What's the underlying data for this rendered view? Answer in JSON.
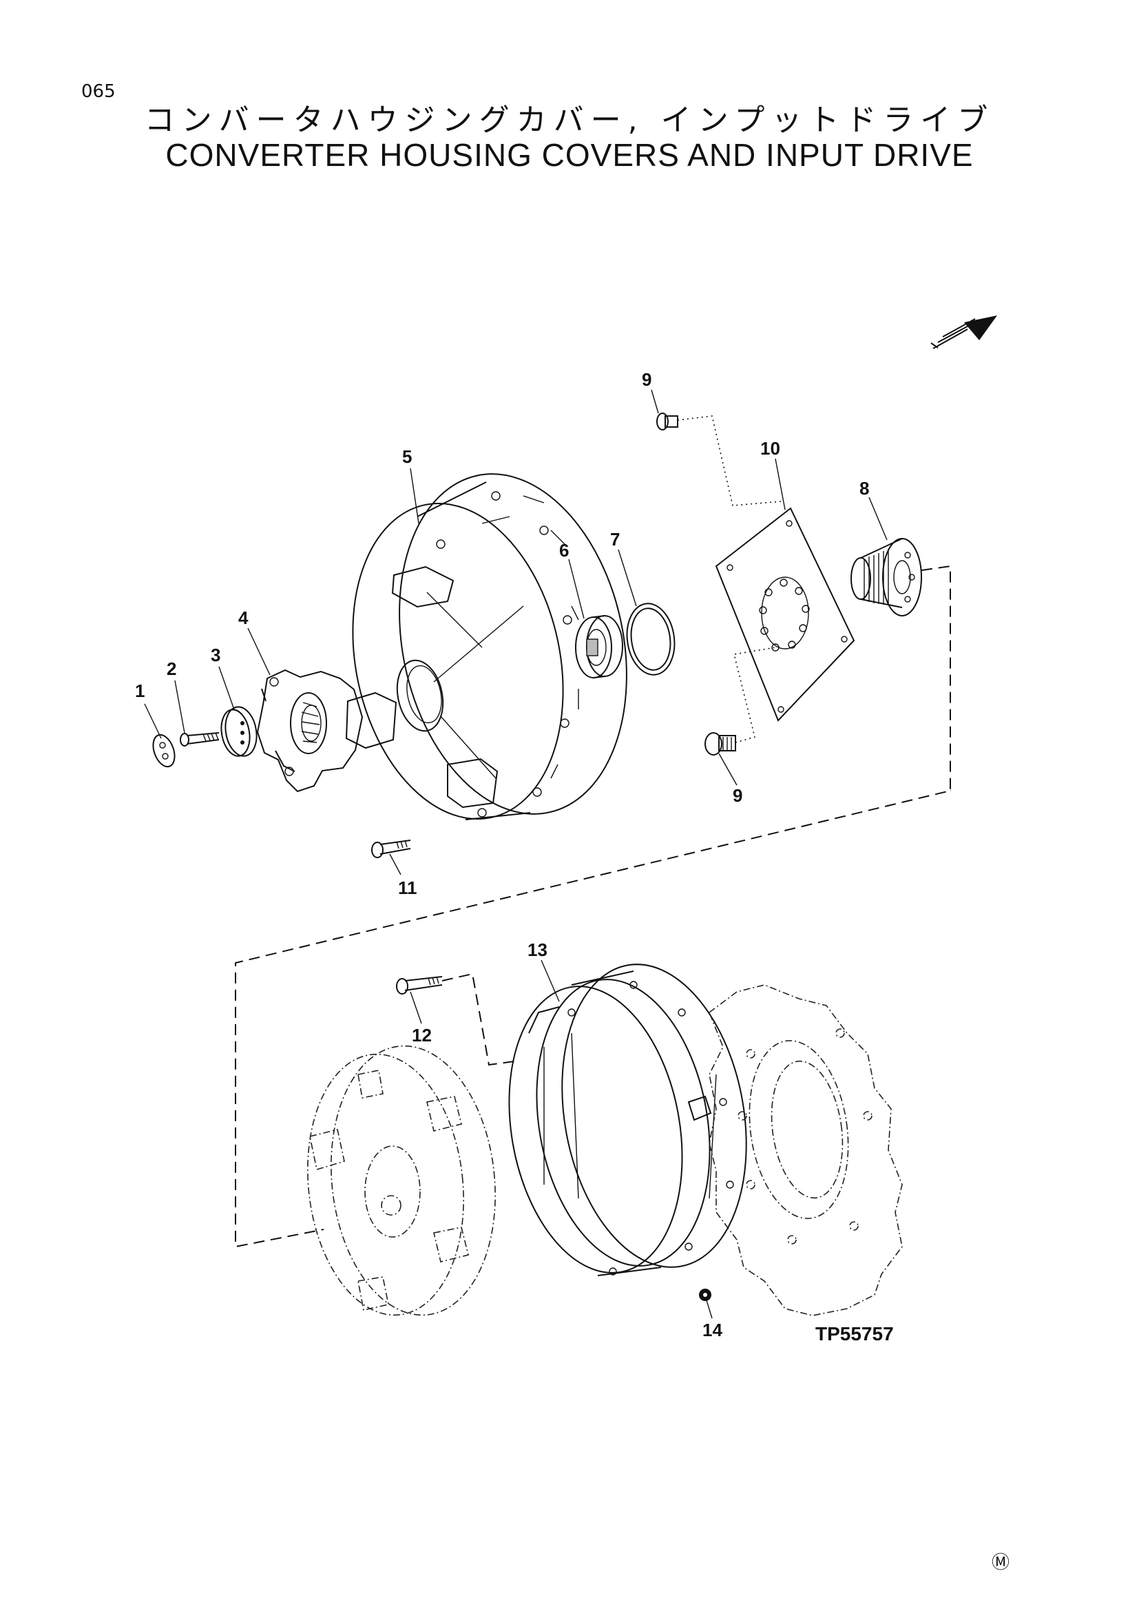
{
  "page_number": "065",
  "title_jp": "コンバータハウジングカバー, インプットドライブ",
  "title_en": "CONVERTER HOUSING COVERS AND INPUT DRIVE",
  "figure_code": "TP55757",
  "mark": "Ⓜ",
  "callouts": {
    "c1": "1",
    "c2": "2",
    "c3": "3",
    "c4": "4",
    "c5": "5",
    "c6": "6",
    "c7": "7",
    "c8": "8",
    "c9a": "9",
    "c9b": "9",
    "c10": "10",
    "c11": "11",
    "c12": "12",
    "c13": "13",
    "c14": "14"
  }
}
